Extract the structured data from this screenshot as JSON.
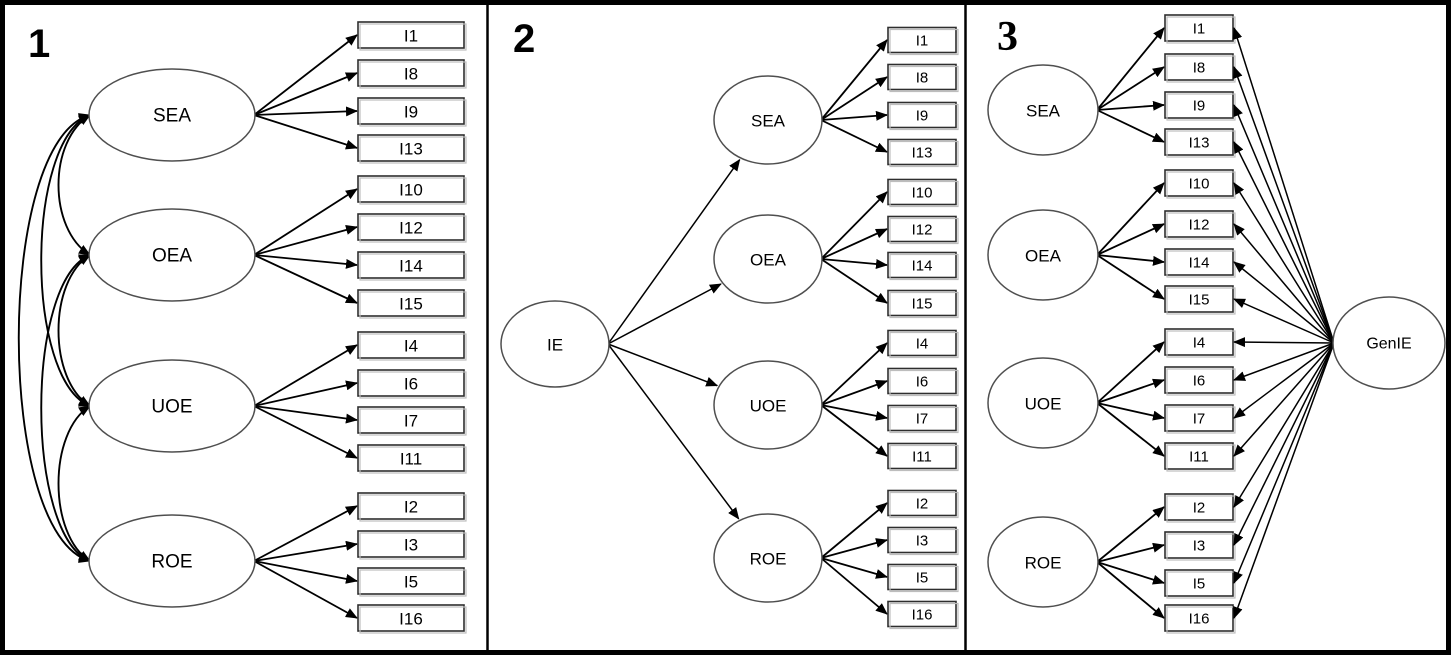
{
  "figure": {
    "description": "Three structural equation model diagrams",
    "colors": {
      "background": "#ffffff",
      "frame": "#000000",
      "line": "#000000",
      "shape_stroke": "#4f4f4f",
      "box_stroke": "#2e2e2e",
      "text": "#000000"
    },
    "panels": [
      {
        "number": "1",
        "model": "correlated-factors",
        "factors": [
          {
            "id": "SEA",
            "label": "SEA",
            "indicators": [
              "I1",
              "I8",
              "I9",
              "I13"
            ]
          },
          {
            "id": "OEA",
            "label": "OEA",
            "indicators": [
              "I10",
              "I12",
              "I14",
              "I15"
            ]
          },
          {
            "id": "UOE",
            "label": "UOE",
            "indicators": [
              "I4",
              "I6",
              "I7",
              "I11"
            ]
          },
          {
            "id": "ROE",
            "label": "ROE",
            "indicators": [
              "I2",
              "I3",
              "I5",
              "I16"
            ]
          }
        ],
        "correlations": [
          [
            "SEA",
            "OEA"
          ],
          [
            "OEA",
            "UOE"
          ],
          [
            "UOE",
            "ROE"
          ],
          [
            "SEA",
            "UOE"
          ],
          [
            "OEA",
            "ROE"
          ],
          [
            "SEA",
            "ROE"
          ]
        ]
      },
      {
        "number": "2",
        "model": "second-order",
        "higher_order_factor": {
          "id": "IE",
          "label": "IE"
        },
        "factors": [
          {
            "id": "SEA",
            "label": "SEA",
            "indicators": [
              "I1",
              "I8",
              "I9",
              "I13"
            ]
          },
          {
            "id": "OEA",
            "label": "OEA",
            "indicators": [
              "I10",
              "I12",
              "I14",
              "I15"
            ]
          },
          {
            "id": "UOE",
            "label": "UOE",
            "indicators": [
              "I4",
              "I6",
              "I7",
              "I11"
            ]
          },
          {
            "id": "ROE",
            "label": "ROE",
            "indicators": [
              "I2",
              "I3",
              "I5",
              "I16"
            ]
          }
        ]
      },
      {
        "number": "3",
        "model": "bifactor",
        "general_factor": {
          "id": "GenIE",
          "label": "GenIE"
        },
        "factors": [
          {
            "id": "SEA",
            "label": "SEA",
            "indicators": [
              "I1",
              "I8",
              "I9",
              "I13"
            ]
          },
          {
            "id": "OEA",
            "label": "OEA",
            "indicators": [
              "I10",
              "I12",
              "I14",
              "I15"
            ]
          },
          {
            "id": "UOE",
            "label": "UOE",
            "indicators": [
              "I4",
              "I6",
              "I7",
              "I11"
            ]
          },
          {
            "id": "ROE",
            "label": "ROE",
            "indicators": [
              "I2",
              "I3",
              "I5",
              "I16"
            ]
          }
        ]
      }
    ]
  }
}
